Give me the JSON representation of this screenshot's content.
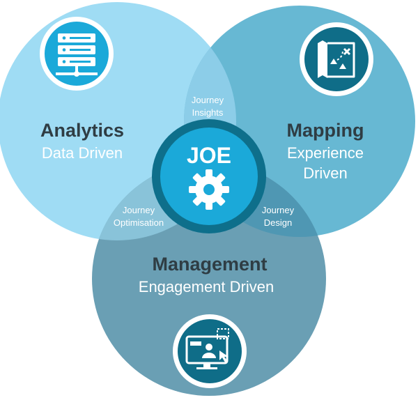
{
  "center": {
    "label": "JOE",
    "icon": "gear-icon"
  },
  "analytics": {
    "title": "Analytics",
    "subtitle": "Data Driven",
    "icon": "server-icon"
  },
  "mapping": {
    "title": "Mapping",
    "subtitle_line1": "Experience",
    "subtitle_line2": "Driven",
    "icon": "map-icon"
  },
  "management": {
    "title": "Management",
    "subtitle": "Engagement Driven",
    "icon": "monitor-user-icon"
  },
  "overlaps": {
    "insights": {
      "line1": "Journey",
      "line2": "Insights"
    },
    "optimisation": {
      "line1": "Journey",
      "line2": "Optimisation"
    },
    "design": {
      "line1": "Journey",
      "line2": "Design"
    }
  },
  "colors": {
    "analytics": "#9fdcf4",
    "mapping": "#67b8d3",
    "management": "#6a9fb4",
    "overlap_top": "#8ccde8",
    "center_fill": "#1ba9d9",
    "center_ring": "#0e6f8b",
    "icon_dark": "#0f6d88",
    "title_text": "#2f3d44"
  }
}
